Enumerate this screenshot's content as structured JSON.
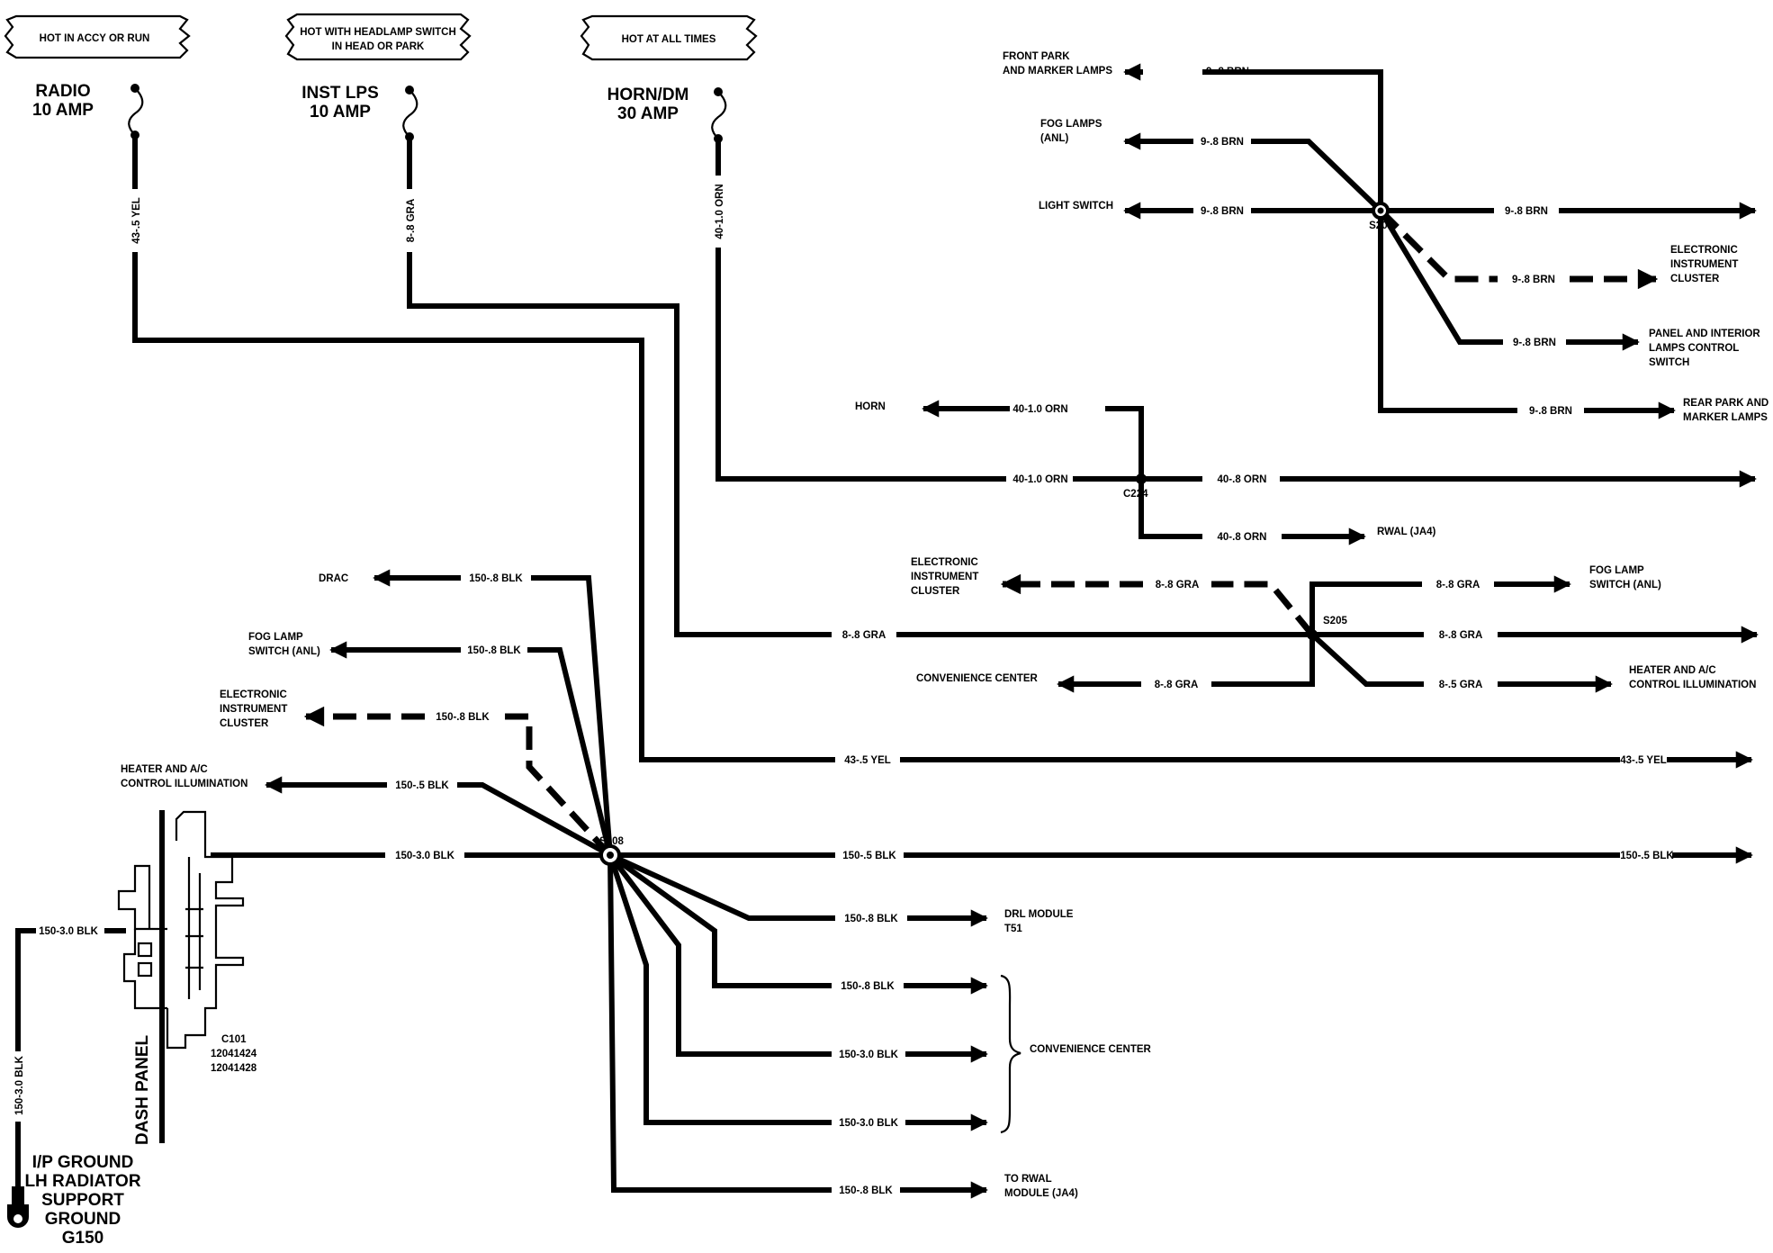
{
  "fuse_notes": {
    "radio": "HOT IN ACCY OR RUN",
    "inst_line1": "HOT WITH HEADLAMP SWITCH",
    "inst_line2": "IN HEAD OR PARK",
    "horn": "HOT AT ALL TIMES"
  },
  "fuses": {
    "radio_name": "RADIO",
    "radio_rating": "10 AMP",
    "inst_name": "INST LPS",
    "inst_rating": "10 AMP",
    "horn_name": "HORN/DM",
    "horn_rating": "30 AMP"
  },
  "wires": {
    "radio_drop": "43-.5 YEL",
    "inst_drop": "8-.8 GRA",
    "horn_drop": "40-1.0 ORN",
    "ground_main": "150-3.0 BLK",
    "ground_vertical": "150-3.0 BLK",
    "ground_c101": "150-3.0 BLK"
  },
  "s209": {
    "label": "S209",
    "front_park_wire": "9-.8 BRN",
    "front_park_line1": "FRONT PARK",
    "front_park_line2": "AND MARKER LAMPS",
    "fog_wire": "9-.8 BRN",
    "fog_line1": "FOG LAMPS",
    "fog_line2": "(ANL)",
    "light_switch_wire": "9-.8 BRN",
    "light_switch": "LIGHT SWITCH",
    "out_right_wire": "9-.8 BRN",
    "eic_wire": "9-.8 BRN",
    "eic_line1": "ELECTRONIC",
    "eic_line2": "INSTRUMENT",
    "eic_line3": "CLUSTER",
    "panel_wire": "9-.8 BRN",
    "panel_line1": "PANEL AND INTERIOR",
    "panel_line2": "LAMPS CONTROL",
    "panel_line3": "SWITCH",
    "rear_wire": "9-.8 BRN",
    "rear_line1": "REAR PARK AND",
    "rear_line2": "MARKER LAMPS"
  },
  "c224": {
    "label": "C224",
    "horn": "HORN",
    "horn_wire": "40-1.0 ORN",
    "in_wire": "40-1.0 ORN",
    "out_wire": "40-.8 ORN",
    "rwal_wire": "40-.8 ORN",
    "rwal": "RWAL (JA4)"
  },
  "s205": {
    "label": "S205",
    "eic_line1": "ELECTRONIC",
    "eic_line2": "INSTRUMENT",
    "eic_line3": "CLUSTER",
    "eic_wire": "8-.8 GRA",
    "fog_switch_wire": "8-.8 GRA",
    "fog_switch_line1": "FOG LAMP",
    "fog_switch_line2": "SWITCH (ANL)",
    "in_wire": "8-.8 GRA",
    "out_wire": "8-.8 GRA",
    "conv_center": "CONVENIENCE CENTER",
    "conv_wire": "8-.8 GRA",
    "heater_wire": "8-.5 GRA",
    "heater_line1": "HEATER AND A/C",
    "heater_line2": "CONTROL ILLUMINATION"
  },
  "yellow_run": {
    "left_wire": "43-.5 YEL",
    "right_wire": "43-.5 YEL"
  },
  "s208": {
    "label": "S208",
    "drac": "DRAC",
    "drac_wire": "150-.8 BLK",
    "fog_switch_line1": "FOG LAMP",
    "fog_switch_line2": "SWITCH (ANL)",
    "fog_switch_wire": "150-.8 BLK",
    "eic_line1": "ELECTRONIC",
    "eic_line2": "INSTRUMENT",
    "eic_line3": "CLUSTER",
    "eic_wire": "150-.8 BLK",
    "heater_line1": "HEATER AND A/C",
    "heater_line2": "CONTROL ILLUMINATION",
    "heater_wire": "150-.5 BLK",
    "through_wire_left": "150-.5 BLK",
    "through_wire_right": "150-.5 BLK",
    "drl_wire": "150-.8 BLK",
    "drl_line1": "DRL MODULE",
    "drl_line2": "T51",
    "conv_wire_1": "150-.8 BLK",
    "conv_wire_2": "150-3.0 BLK",
    "conv_wire_3": "150-3.0 BLK",
    "conv_center": "CONVENIENCE CENTER",
    "rwal_wire": "150-.8 BLK",
    "rwal_line1": "TO RWAL",
    "rwal_line2": "MODULE (JA4)"
  },
  "connector": {
    "name": "C101",
    "part1": "12041424",
    "part2": "12041428",
    "dash_panel": "DASH PANEL"
  },
  "ground": {
    "line1": "I/P GROUND",
    "line2": "LH RADIATOR",
    "line3": "SUPPORT",
    "line4": "GROUND",
    "line5": "G150"
  }
}
